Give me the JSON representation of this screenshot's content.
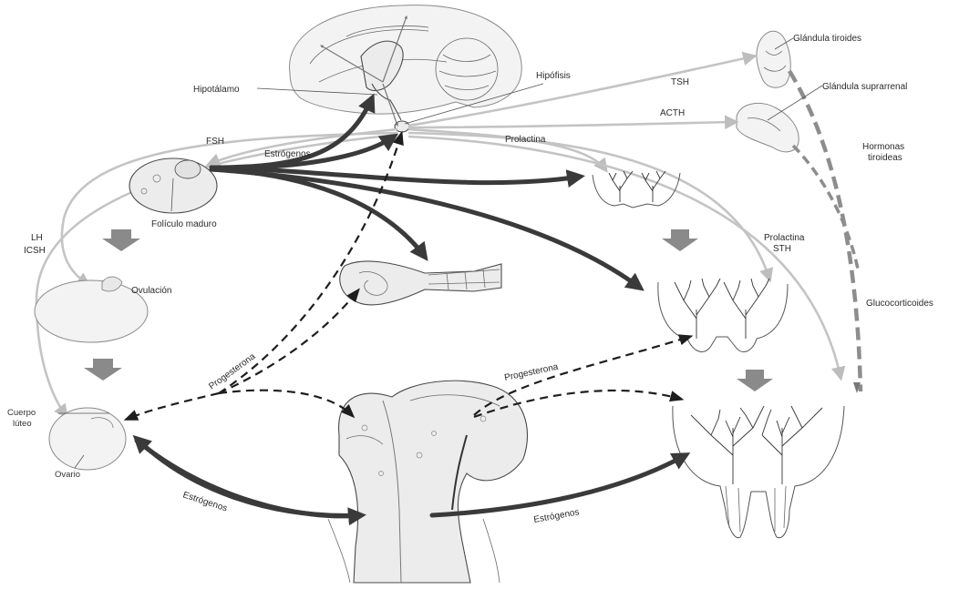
{
  "labels": {
    "hipotalamo": "Hipotálamo",
    "hipofisis": "Hipófisis",
    "glandula_tiroides": "Glándula tiroides",
    "glandula_suprarrenal": "Glándula suprarrenal",
    "tsh": "TSH",
    "acth": "ACTH",
    "fsh": "FSH",
    "estrogenos_top": "Estrógenos",
    "prolactina_top": "Prolactina",
    "hormonas": "Hormonas",
    "tiroideas": "tiroideas",
    "foliculo_maduro": "Folículo maduro",
    "lh": "LH",
    "icsh": "ICSH",
    "prolactina_mid": "Prolactina",
    "sth": "STH",
    "ovulacion": "Ovulación",
    "glucocorticoides": "Glucocorticoides",
    "progesterona_left": "Progesterona",
    "progesterona_right": "Progesterona",
    "cuerpo": "Cuerpo",
    "luteo": "lúteo",
    "ovario": "Ovario",
    "estrogenos_bottom_left": "Estrógenos",
    "estrogenos_bottom_right": "Estrógenos"
  },
  "colors": {
    "thick_arrow": "#3a3a3a",
    "light_arrow": "#c4c4c4",
    "dashed_arrow": "#1e1e1e",
    "stage_arrow": "#8a8a8a"
  }
}
